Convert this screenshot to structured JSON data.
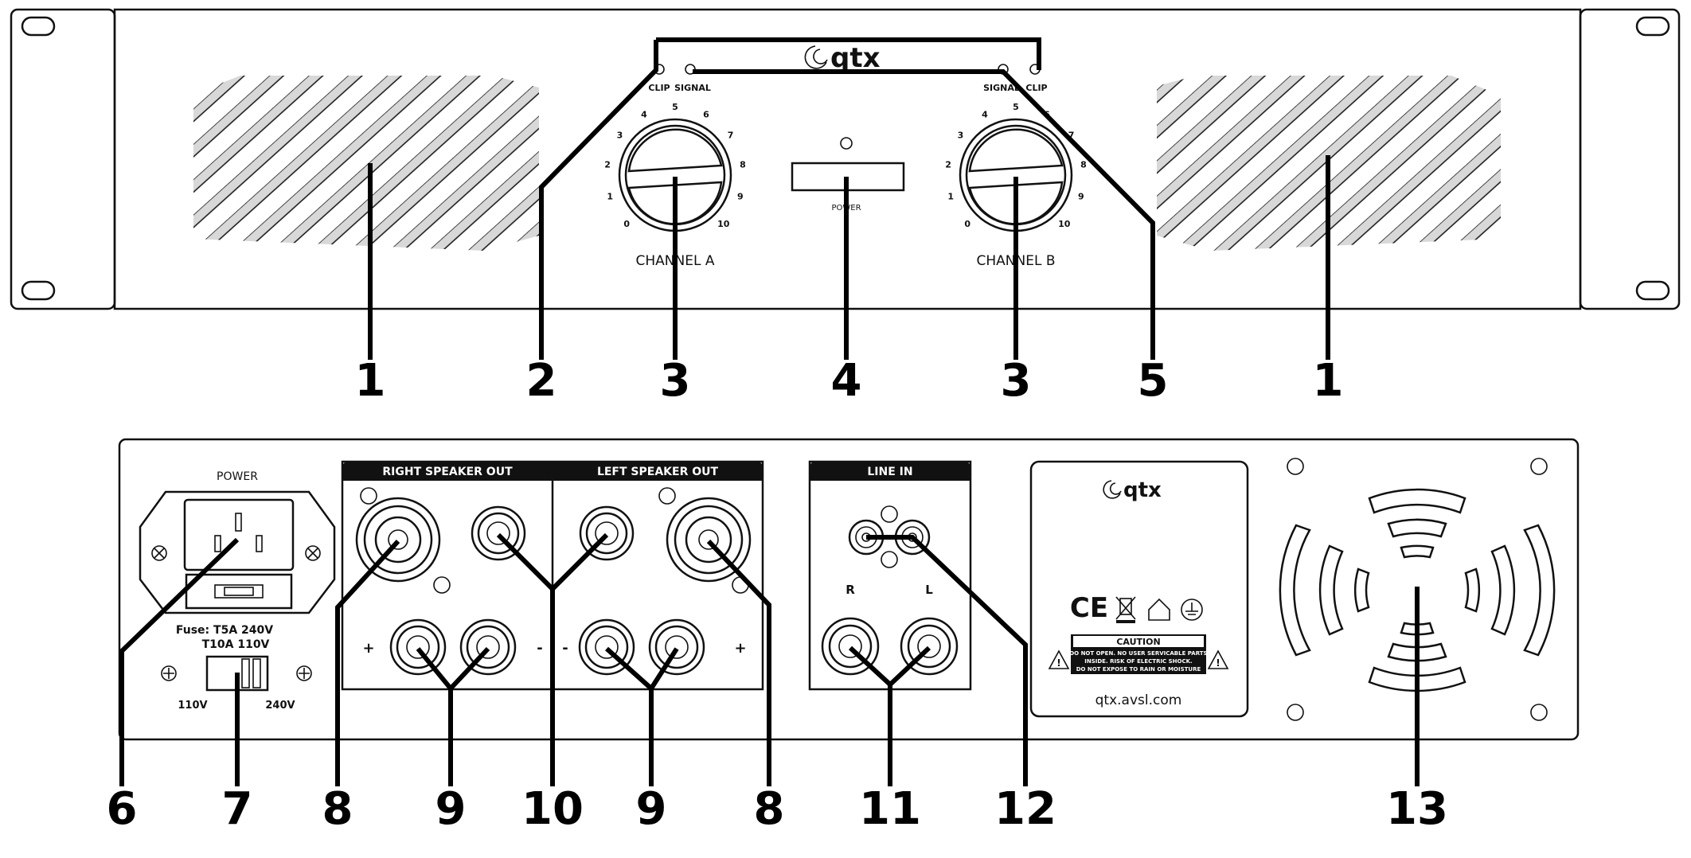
{
  "brand": {
    "logo_text": "qtx"
  },
  "front_panel": {
    "channel_a": {
      "clip_label": "CLIP",
      "signal_label": "SIGNAL",
      "name": "CHANNEL A"
    },
    "channel_b": {
      "clip_label": "CLIP",
      "signal_label": "SIGNAL",
      "name": "CHANNEL B"
    },
    "dial_scale": [
      "0",
      "1",
      "2",
      "3",
      "4",
      "5",
      "6",
      "7",
      "8",
      "9",
      "10"
    ],
    "power_label": "POWER"
  },
  "rear_panel": {
    "power_label": "POWER",
    "fuse_line1": "Fuse: T5A 240V",
    "fuse_line2": "T10A 110V",
    "voltage_110": "110V",
    "voltage_240": "240V",
    "right_speaker_out": "RIGHT SPEAKER OUT",
    "left_speaker_out": "LEFT SPEAKER OUT",
    "line_in": "LINE IN",
    "line_in_r": "R",
    "line_in_l": "L",
    "plus": "+",
    "minus": "-",
    "caution_title": "CAUTION",
    "caution_lines": [
      "DO NOT OPEN. NO USER SERVICABLE PARTS",
      "INSIDE. RISK OF ELECTRIC SHOCK.",
      "DO NOT EXPOSE TO RAIN OR MOISTURE"
    ],
    "ce_mark": "CE",
    "website": "qtx.avsl.com"
  },
  "callouts": {
    "front": [
      "1",
      "2",
      "3",
      "4",
      "3",
      "5",
      "1"
    ],
    "rear": [
      "6",
      "7",
      "8",
      "9",
      "10",
      "9",
      "8",
      "11",
      "12",
      "13"
    ]
  }
}
